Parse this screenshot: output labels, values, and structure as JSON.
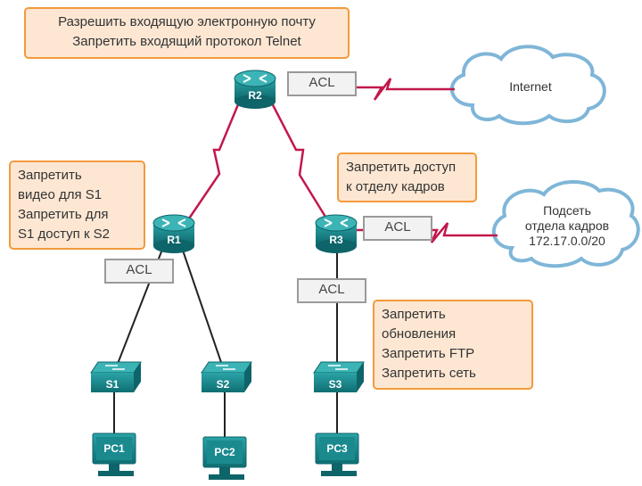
{
  "notes": {
    "r2": [
      "Разрешить входящую электронную почту",
      "Запретить входящий протокол Telnet"
    ],
    "r1": [
      "Запретить",
      "видео для S1",
      "Запретить для",
      "S1 доступ к S2"
    ],
    "r3": [
      "Запретить доступ",
      "к отделу кадров"
    ],
    "s3": [
      "Запретить",
      "обновления",
      "Запретить FTP",
      "Запретить сеть"
    ]
  },
  "acl": {
    "r2": "ACL",
    "r1": "ACL",
    "r3_right": "ACL",
    "r3_down": "ACL"
  },
  "clouds": {
    "internet": [
      "Internet"
    ],
    "hr": [
      "Подсеть",
      "отдела кадров",
      "172.17.0.0/20"
    ]
  },
  "routers": {
    "r1": "R1",
    "r2": "R2",
    "r3": "R3"
  },
  "switches": {
    "s1": "S1",
    "s2": "S2",
    "s3": "S3"
  },
  "pcs": {
    "pc1": "PC1",
    "pc2": "PC2",
    "pc3": "PC3"
  },
  "colors": {
    "device": "#1a8a8e",
    "device_dark": "#0d6469",
    "serial_link": "#c2184b",
    "ethernet_link": "#222222",
    "note_fill": "#fde7d3",
    "note_border": "#f39a3c",
    "acl_border": "#9a9a9a",
    "cloud_border": "#7fb6d8"
  }
}
